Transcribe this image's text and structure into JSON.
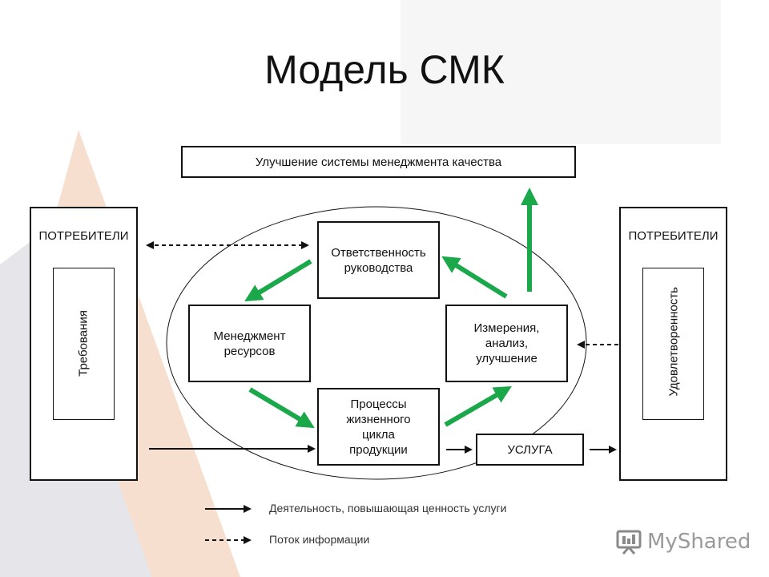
{
  "title": "Модель СМК",
  "top_box": "Улучшение системы менеджмента качества",
  "left_panel": {
    "header": "ПОТРЕБИТЕЛИ",
    "inner": "Требования"
  },
  "right_panel": {
    "header": "ПОТРЕБИТЕЛИ",
    "inner": "Удовлетворенность"
  },
  "processes": {
    "responsibility": [
      "Ответственность",
      "руководства"
    ],
    "resources": [
      "Менеджмент",
      "ресурсов"
    ],
    "measurement": [
      "Измерения,",
      "анализ,",
      "улучшение"
    ],
    "lifecycle": [
      "Процессы",
      "жизненного",
      "цикла",
      "продукции"
    ]
  },
  "service_box": "УСЛУГА",
  "legend": {
    "solid": "Деятельность, повышающая ценность услуги",
    "dashed": "Поток информации"
  },
  "logo": {
    "text": "MyShared",
    "icon": "presentation-board-icon"
  },
  "colors": {
    "green_arrow": "#1aa84a",
    "line": "#111111",
    "triangle_peach": "#f6dfcf",
    "triangle_gray": "#e4e4e8"
  }
}
